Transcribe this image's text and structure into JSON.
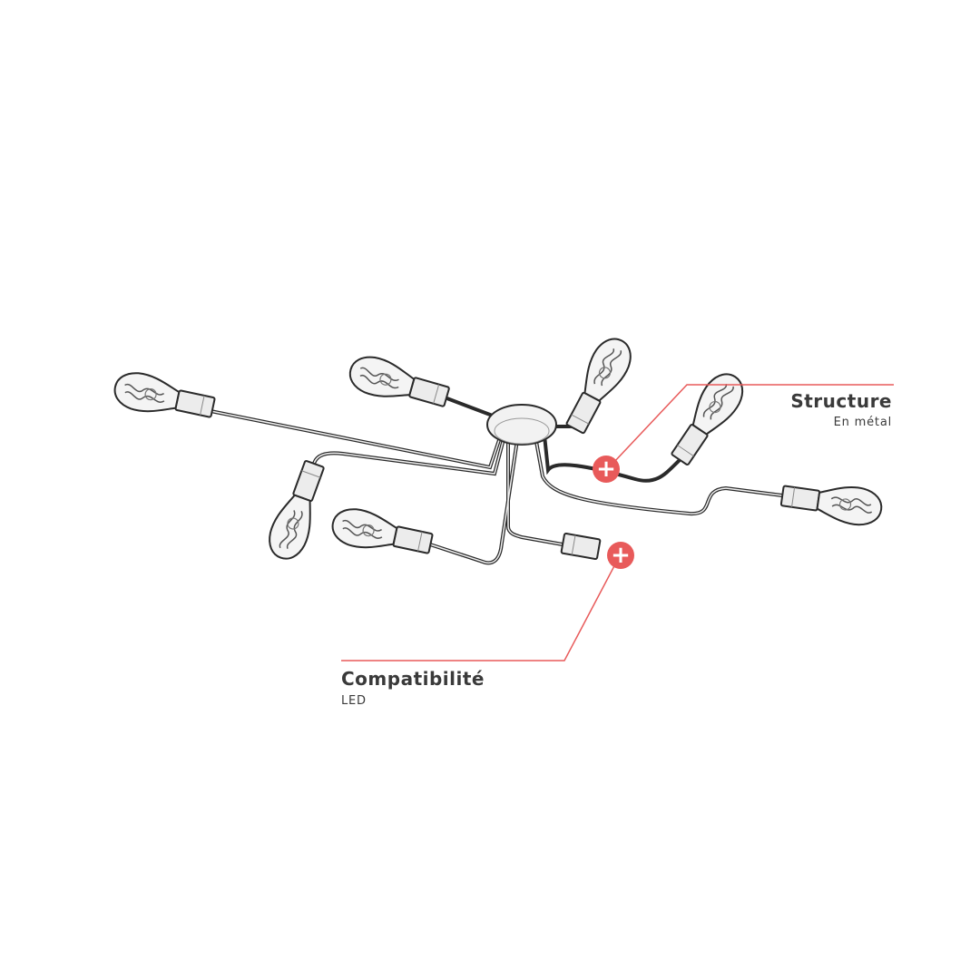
{
  "annotations": {
    "structure": {
      "title": "Structure",
      "subtitle": "En métal"
    },
    "compatibility": {
      "title": "Compatibilité",
      "subtitle": "LED"
    }
  },
  "hotspot": {
    "symbol": "+",
    "color": "#e85a5a"
  },
  "colors": {
    "leader_line": "#e85a5a",
    "drawing_stroke": "#2a2a2a",
    "drawing_fill": "#f2f2f2",
    "background": "#ffffff"
  },
  "icons": [
    "ceiling-lamp-illustration",
    "plus-icon",
    "bulb-icon"
  ]
}
